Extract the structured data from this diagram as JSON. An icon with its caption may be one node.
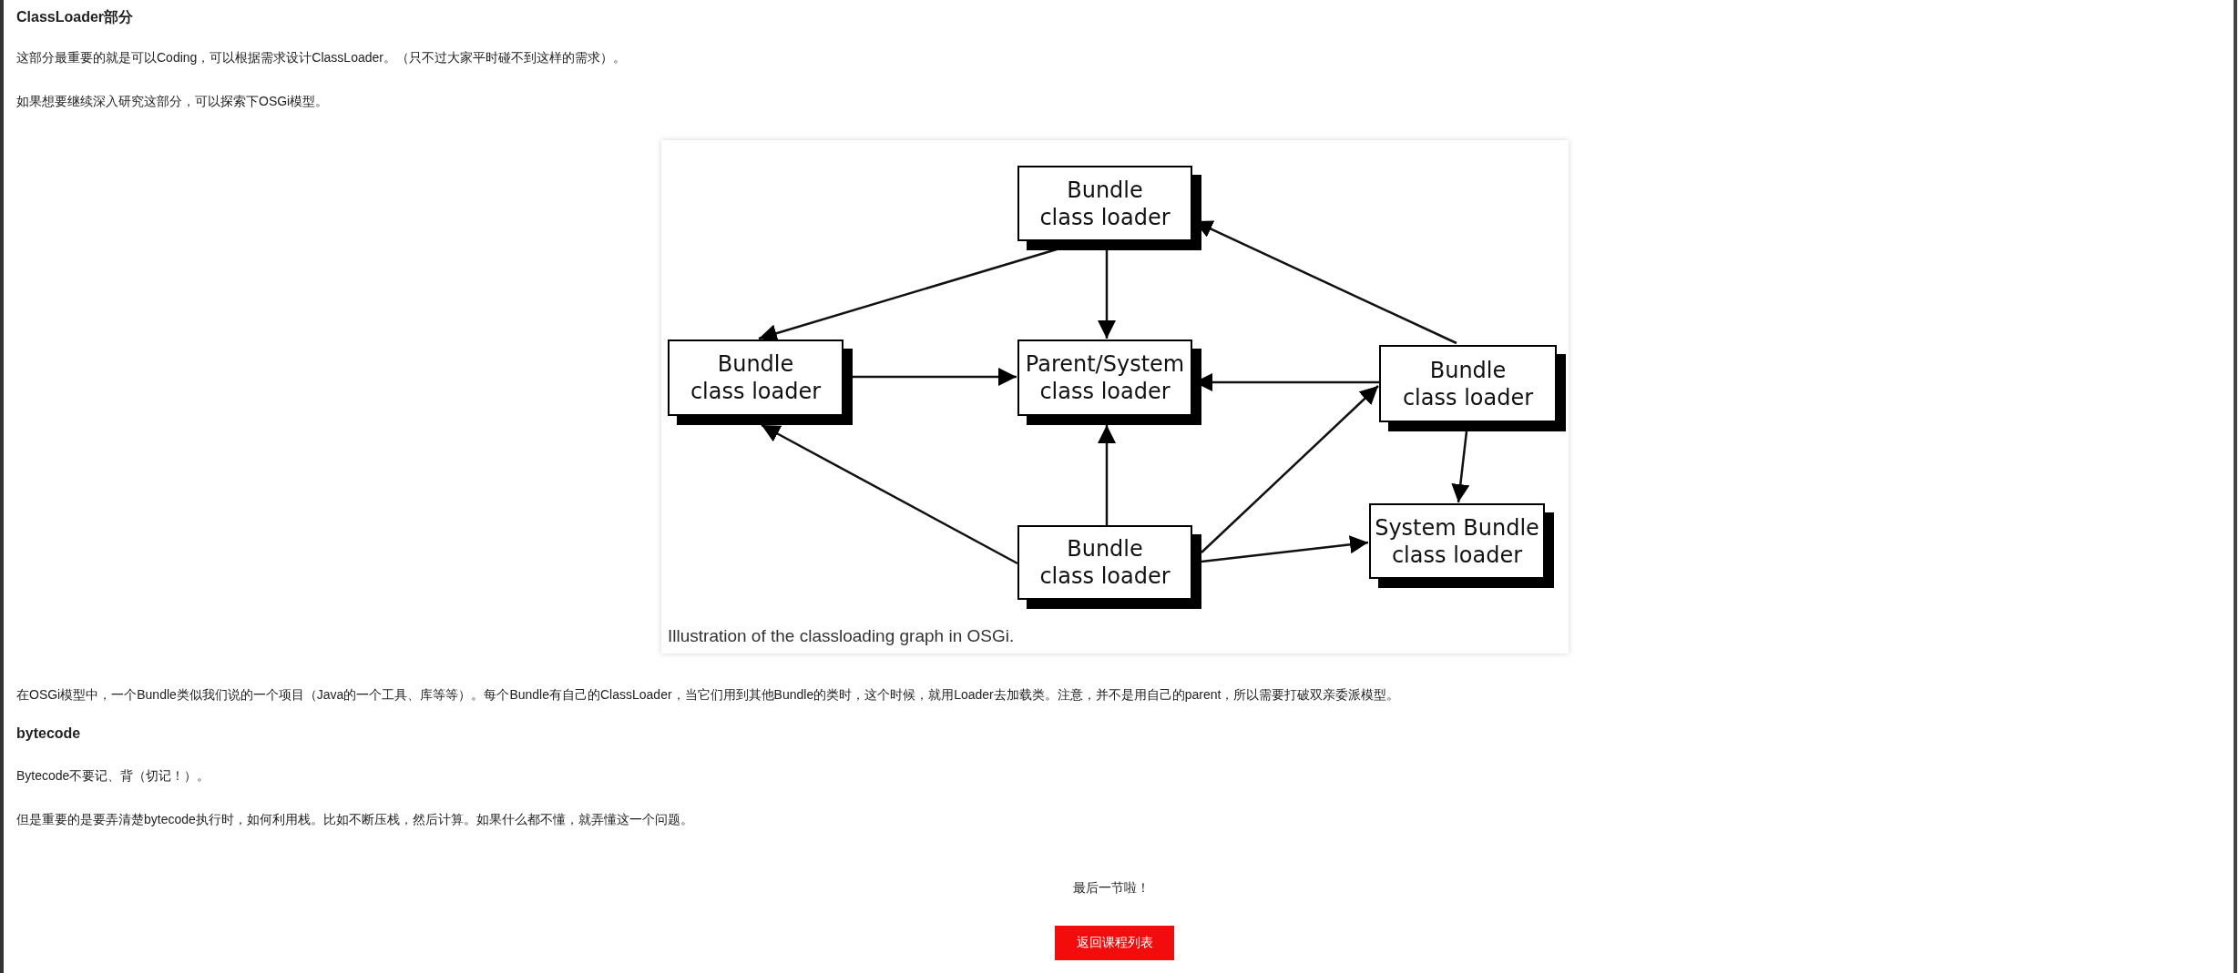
{
  "diagram": {
    "title": "ClassLoader部分",
    "caption": "Illustration of the classloading graph in OSGi.",
    "nodes": [
      {
        "text": [
          "Bundle class loader"
        ]
      },
      {
        "text": [
          "Bundle class loader"
        ]
      },
      {
        "text": [
          "Parent/System class loader"
        ]
      },
      {
        "text": [
          "Bundle class loader"
        ]
      },
      {
        "text": [
          "System Bundle class loader"
        ]
      },
      {
        "text": [
          "Bundle class loader"
        ]
      }
    ],
    "edges": [
      {
        "from": 0,
        "to": 1,
        "arrow": "to"
      },
      {
        "from": 0,
        "to": 2,
        "arrow": "to"
      },
      {
        "from": 3,
        "to": 0,
        "arrow": "to"
      },
      {
        "from": 1,
        "to": 2,
        "arrow": "to"
      },
      {
        "from": 3,
        "to": 2,
        "arrow": "to"
      },
      {
        "from": 5,
        "to": 1,
        "arrow": "to"
      },
      {
        "from": 5,
        "to": 2,
        "arrow": "to"
      },
      {
        "from": 5,
        "to": 3,
        "arrow": "to"
      },
      {
        "from": 5,
        "to": 4,
        "arrow": "to"
      },
      {
        "from": 3,
        "to": 4,
        "arrow": "to"
      }
    ],
    "labels": [
      "这部分最重要的就是可以Coding，可以根据需求设计ClassLoader。（只不过大家平时碰不到这样的需求）。",
      "如果想要继续深入研究这部分，可以探索下OSGi模型。",
      "在OSGi模型中，一个Bundle类似我们说的一个项目（Java的一个工具、库等等）。每个Bundle有自己的ClassLoader，当它们用到其他Bundle的类时，这个时候，就用Loader去加载类。注意，并不是用自己的parent，所以需要打破双亲委派模型。",
      "bytecode",
      "Bytecode不要记、背（切记！）。",
      "但是重要的是要弄清楚bytecode执行时，如何利用栈。比如不断压栈，然后计算。如果什么都不懂，就弄懂这一个问题。",
      "最后一节啦！",
      "返回课程列表"
    ]
  }
}
